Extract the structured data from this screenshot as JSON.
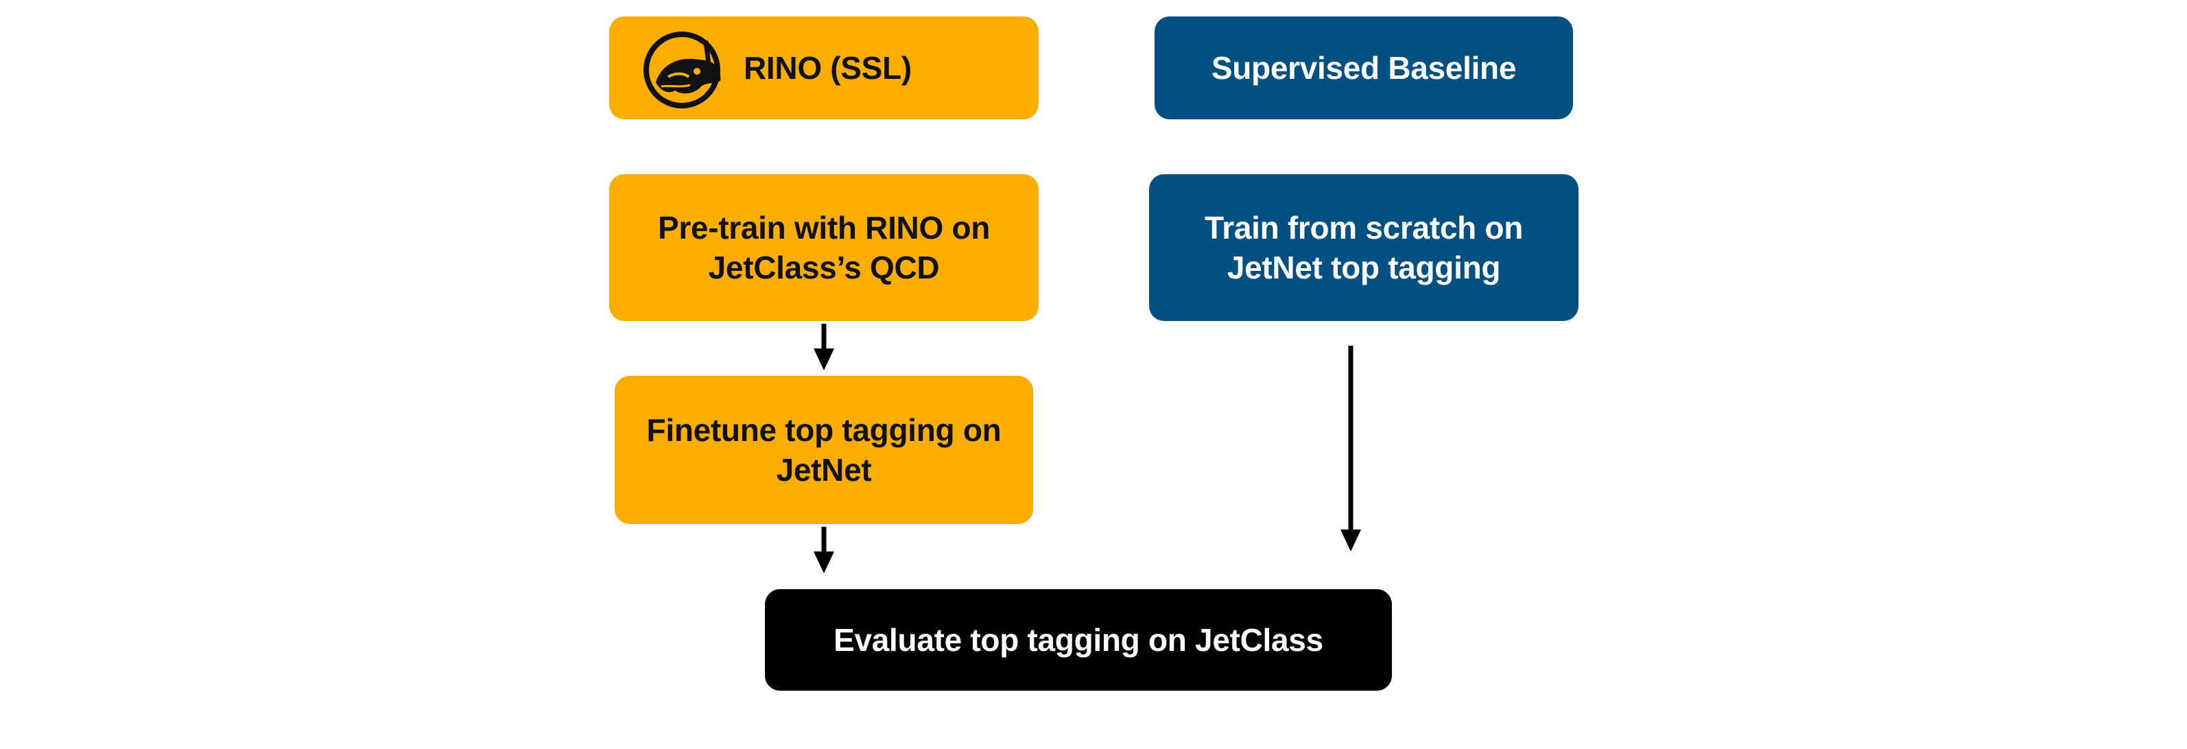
{
  "boxes": {
    "rino": {
      "label": "RINO (SSL)"
    },
    "baseline": {
      "label": "Supervised Baseline"
    },
    "pretrain": {
      "line1": "Pre-train with RINO on",
      "line2": "JetClass’s QCD"
    },
    "scratch": {
      "line1": "Train from scratch on",
      "line2": "JetNet top tagging"
    },
    "finetune": {
      "line1": "Finetune top tagging on",
      "line2": "JetNet"
    },
    "evaluate": {
      "label": "Evaluate top tagging on JetClass"
    }
  },
  "icons": {
    "rino_logo": "rhino-head-icon"
  },
  "colors": {
    "orange": "#FBAD00",
    "blue": "#024F82",
    "black": "#000000",
    "arrow": "#000000"
  }
}
